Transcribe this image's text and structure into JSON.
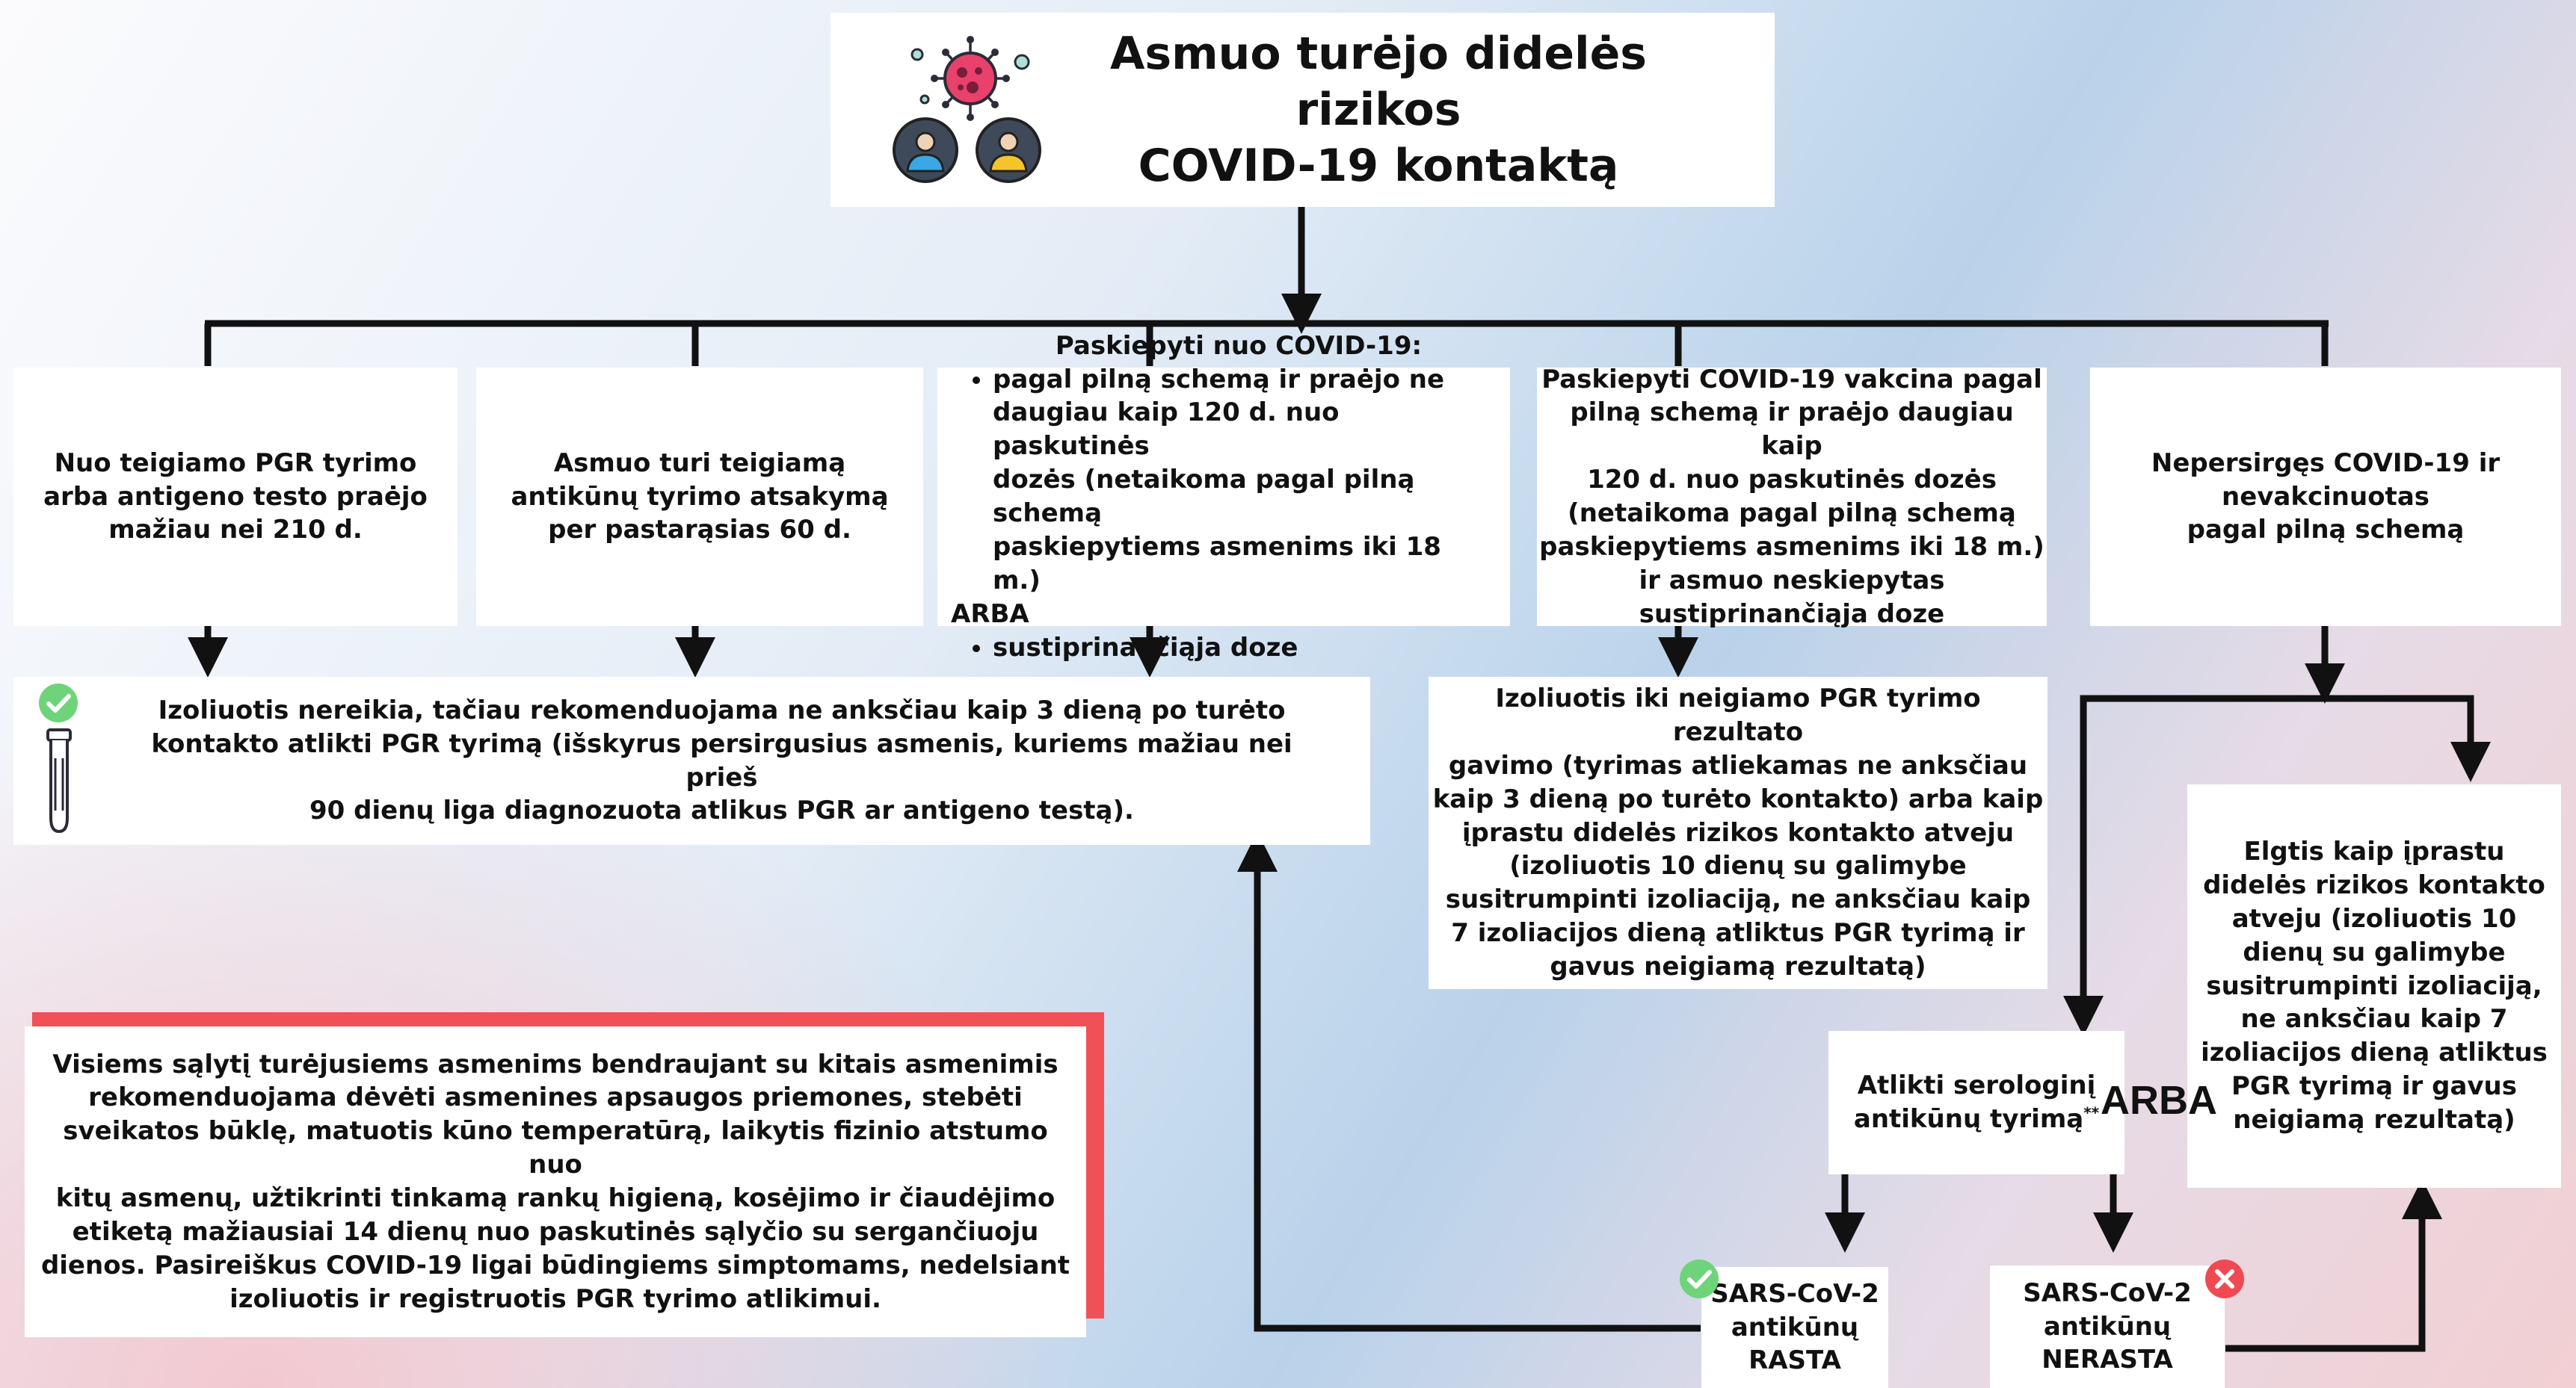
{
  "header": {
    "title_line1": "Asmuo turėjo didelės rizikos",
    "title_line2": "COVID-19 kontaktą",
    "icons": [
      "virus-icon",
      "person-blue-icon",
      "person-yellow-icon"
    ]
  },
  "categories": [
    {
      "lines": [
        "Nuo teigiamo PGR tyrimo",
        "arba antigeno testo praėjo",
        "mažiau nei 210 d."
      ]
    },
    {
      "lines": [
        "Asmuo turi teigiamą",
        "antikūnų tyrimo atsakymą",
        "per pastarąsias 60 d."
      ]
    },
    {
      "heading": "Paskiepyti nuo COVID-19:",
      "bullet1_lines": [
        "pagal pilną schemą ir praėjo ne",
        "daugiau kaip 120 d. nuo paskutinės",
        "dozės (netaikoma pagal pilną schemą",
        "paskiepytiems asmenims iki 18 m.)"
      ],
      "or_label": "ARBA",
      "bullet2": "sustiprinančiąja doze"
    },
    {
      "lines": [
        "Paskiepyti COVID-19 vakcina pagal",
        "pilną schemą ir praėjo daugiau kaip",
        "120 d. nuo paskutinės dozės",
        "(netaikoma pagal pilną schemą",
        "paskiepytiems asmenims iki 18 m.)",
        "ir asmuo neskiepytas",
        "sustiprinančiąja doze"
      ]
    },
    {
      "lines": [
        "Nepersirgęs COVID-19 ir",
        "nevakcinuotas",
        "pagal pilną schemą"
      ]
    }
  ],
  "no_isolation": {
    "lines": [
      "Izoliuotis nereikia, tačiau rekomenduojama ne anksčiau kaip 3 dieną po turėto",
      "kontakto atlikti PGR tyrimą (išskyrus persirgusius asmenis, kuriems mažiau nei",
      "prieš",
      "90 dienų liga diagnozuota atlikus PGR ar antigeno testą)."
    ],
    "icons": [
      "check-icon",
      "test-tube-icon"
    ]
  },
  "isolation_until_pcr": {
    "lines": [
      "Izoliuotis iki neigiamo PGR tyrimo rezultato",
      "gavimo (tyrimas atliekamas ne anksčiau",
      "kaip 3 dieną po turėto kontakto) arba kaip",
      "įprastu didelės rizikos kontakto atveju",
      "(izoliuotis 10 dienų su galimybe",
      "susitrumpinti izoliaciją, ne anksčiau kaip",
      "7 izoliacijos dieną atliktus PGR tyrimą ir",
      "gavus neigiamą rezultatą)"
    ]
  },
  "usual_case": {
    "lines": [
      "Elgtis kaip įprastu",
      "didelės rizikos kontakto",
      "atveju (izoliuotis 10",
      "dienų su galimybe",
      "susitrumpinti izoliaciją,",
      "ne anksčiau kaip 7",
      "izoliacijos dieną atliktus",
      "PGR tyrimą ir gavus",
      "neigiamą rezultatą)"
    ]
  },
  "serology": {
    "lines": [
      "Atlikti serologinį",
      "antikūnų tyrimą"
    ],
    "footnote_mark": "**",
    "or_label": "ARBA"
  },
  "antibodies_found": {
    "lines": [
      "SARS-CoV-2",
      "antikūnų RASTA"
    ],
    "icon": "check-icon"
  },
  "antibodies_not_found": {
    "lines": [
      "SARS-CoV-2",
      "antikūnų",
      "NERASTA"
    ],
    "icon": "x-icon"
  },
  "recommendation": {
    "lines": [
      "Visiems sąlytį turėjusiems asmenims bendraujant su kitais asmenimis",
      "rekomenduojama dėvėti asmenines apsaugos priemones, stebėti",
      "sveikatos būklę, matuotis kūno temperatūrą, laikytis fizinio atstumo nuo",
      "kitų asmenų, užtikrinti tinkamą rankų higieną, kosėjimo ir čiaudėjimo",
      "etiketą mažiausiai 14 dienų nuo paskutinės sąlyčio su sergančiuoju",
      "dienos. Pasireiškus COVID-19 ligai būdingiems simptomams, nedelsiant",
      "izoliuotis ir registruotis PGR tyrimo atlikimui."
    ]
  },
  "colors": {
    "accent_red": "#ef5157",
    "check_green": "#6fd37a",
    "x_red": "#ef4a52",
    "arrow": "#111111"
  }
}
